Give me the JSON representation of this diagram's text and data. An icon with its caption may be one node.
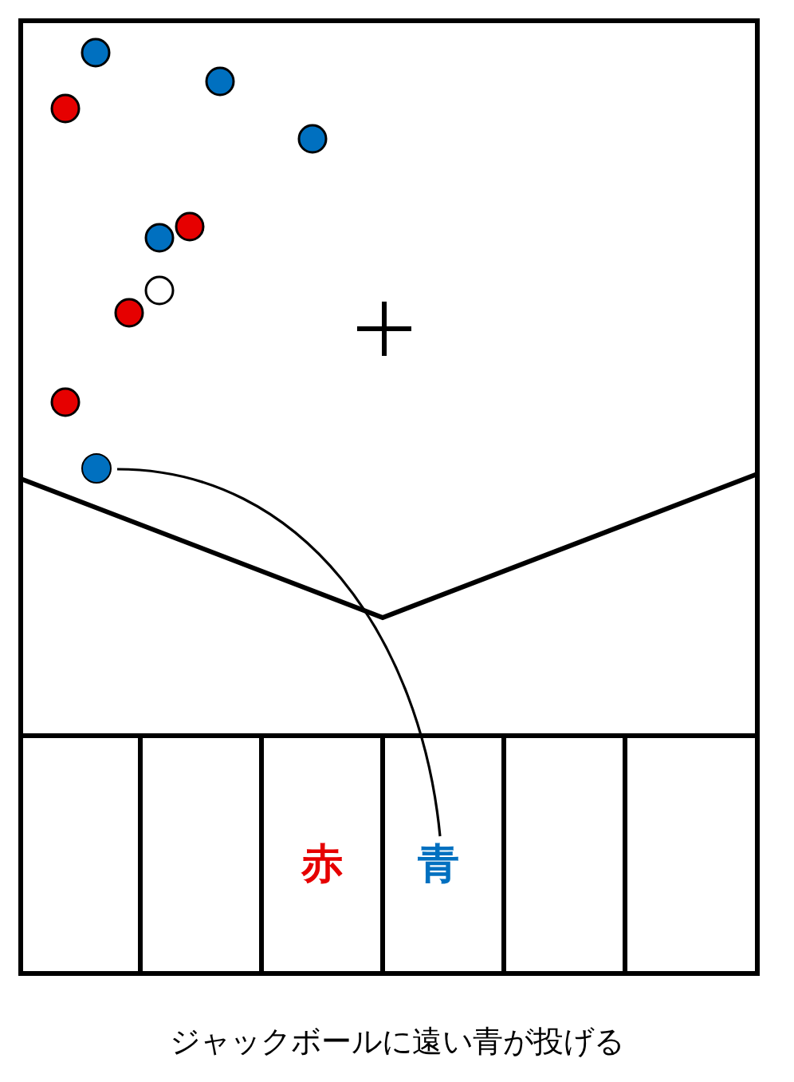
{
  "diagram": {
    "caption": "ジャックボールに遠い青が投げる",
    "nodes": [
      {
        "text": [
          "赤"
        ]
      },
      {
        "text": [
          "青"
        ]
      },
      {
        "text": [],
        "shape": "circle"
      }
    ],
    "edges": [
      {
        "from": 1,
        "to": 2,
        "arrow": "none"
      }
    ]
  }
}
